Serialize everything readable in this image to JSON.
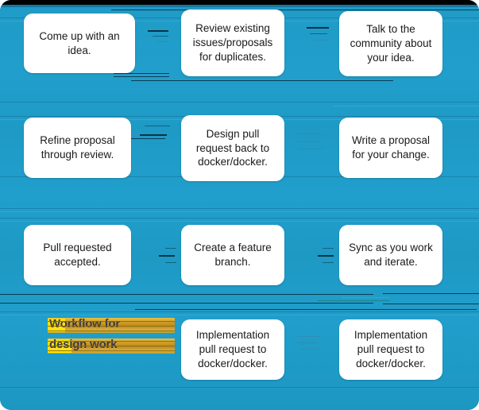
{
  "diagram": {
    "title": "Workflow for design work",
    "background_color": "#1f9bc7",
    "node_color": "#ffffff",
    "node_text_color": "#1a1a1a",
    "highlight_color": "#ffe600",
    "type": "flowchart",
    "rows": 4,
    "columns": 3,
    "nodes": [
      {
        "id": "n1",
        "row": 1,
        "col": 1,
        "label": "Come up with an idea."
      },
      {
        "id": "n2",
        "row": 1,
        "col": 2,
        "label": "Review existing issues/proposals for duplicates."
      },
      {
        "id": "n3",
        "row": 1,
        "col": 3,
        "label": "Talk to the community about your idea."
      },
      {
        "id": "n4",
        "row": 2,
        "col": 1,
        "label": "Refine proposal through review."
      },
      {
        "id": "n5",
        "row": 2,
        "col": 2,
        "label": "Design pull request back to docker/docker."
      },
      {
        "id": "n6",
        "row": 2,
        "col": 3,
        "label": "Write a proposal for your change."
      },
      {
        "id": "n7",
        "row": 3,
        "col": 1,
        "label": "Pull requested accepted."
      },
      {
        "id": "n8",
        "row": 3,
        "col": 2,
        "label": "Create a feature branch."
      },
      {
        "id": "n9",
        "row": 3,
        "col": 3,
        "label": "Sync as you work and iterate."
      },
      {
        "id": "n10",
        "row": 4,
        "col": 2,
        "label": "Implementation pull request to docker/docker."
      },
      {
        "id": "n11",
        "row": 4,
        "col": 3,
        "label": "Implementation pull request to docker/docker."
      }
    ],
    "caption_lines": [
      "Workflow for",
      "design work"
    ]
  }
}
